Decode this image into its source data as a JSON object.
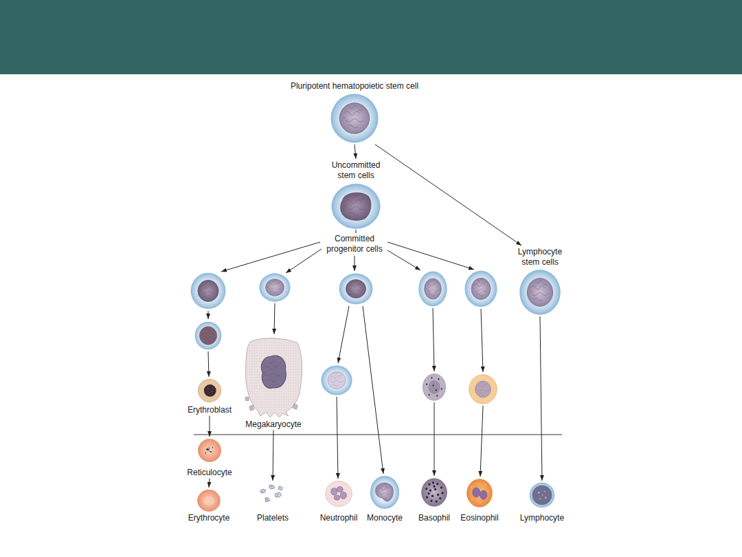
{
  "diagram": {
    "nodes": [
      {
        "text": [
          "Pluripotent hematopoietic stem cell"
        ]
      },
      {
        "text": [
          "Uncommitted stem cells"
        ]
      },
      {
        "text": [
          "Lymphocyte stem cells"
        ]
      },
      {
        "text": [
          "Erythroblast"
        ]
      },
      {
        "text": [
          "Megakaryocyte"
        ]
      },
      {
        "text": [
          "Reticulocyte"
        ]
      },
      {
        "text": [
          "Erythrocyte"
        ]
      },
      {
        "text": [
          "Platelets"
        ]
      },
      {
        "text": [
          "Neutrophil"
        ]
      },
      {
        "text": [
          "Monocyte"
        ]
      },
      {
        "text": [
          "Basophil"
        ]
      },
      {
        "text": [
          "Eosinophil"
        ]
      },
      {
        "text": [
          "Lymphocyte"
        ]
      }
    ],
    "edges": [
      {
        "from": 0,
        "to": 1,
        "arrow": "to"
      },
      {
        "from": 0,
        "to": 2,
        "arrow": "to"
      },
      {
        "from": 3,
        "to": 5,
        "arrow": "to"
      },
      {
        "from": 5,
        "to": 6,
        "arrow": "to"
      },
      {
        "from": 4,
        "to": 7,
        "arrow": "to"
      },
      {
        "from": 2,
        "to": 12,
        "arrow": "to"
      }
    ],
    "labels": [
      "Committed progenitor cells"
    ]
  }
}
